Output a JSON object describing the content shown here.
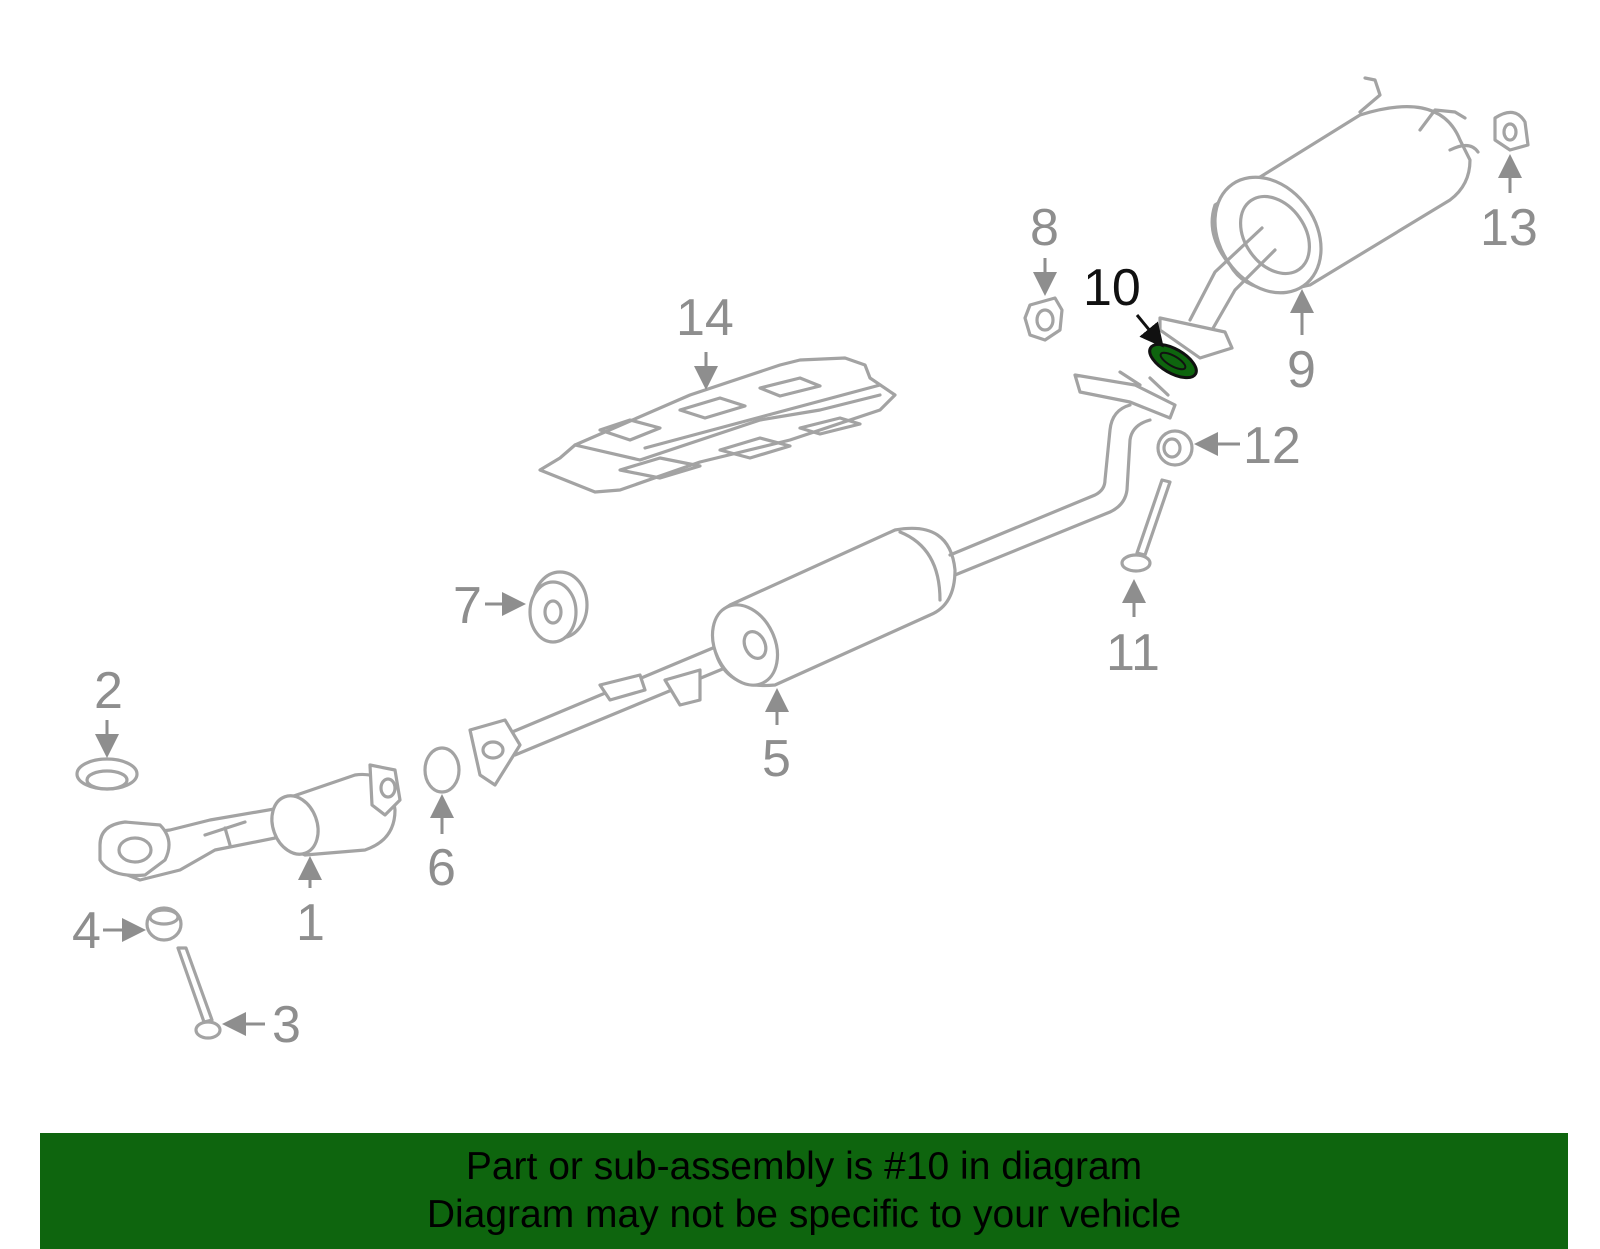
{
  "highlight_color": "#0e650e",
  "highlighted_part": "10",
  "callouts": {
    "c1": "1",
    "c2": "2",
    "c3": "3",
    "c4": "4",
    "c5": "5",
    "c6": "6",
    "c7": "7",
    "c8": "8",
    "c9": "9",
    "c10": "10",
    "c11": "11",
    "c12": "12",
    "c13": "13",
    "c14": "14"
  },
  "banner": {
    "line1": "Part or sub-assembly is #10 in diagram",
    "line2": "Diagram may not be specific to your vehicle"
  }
}
